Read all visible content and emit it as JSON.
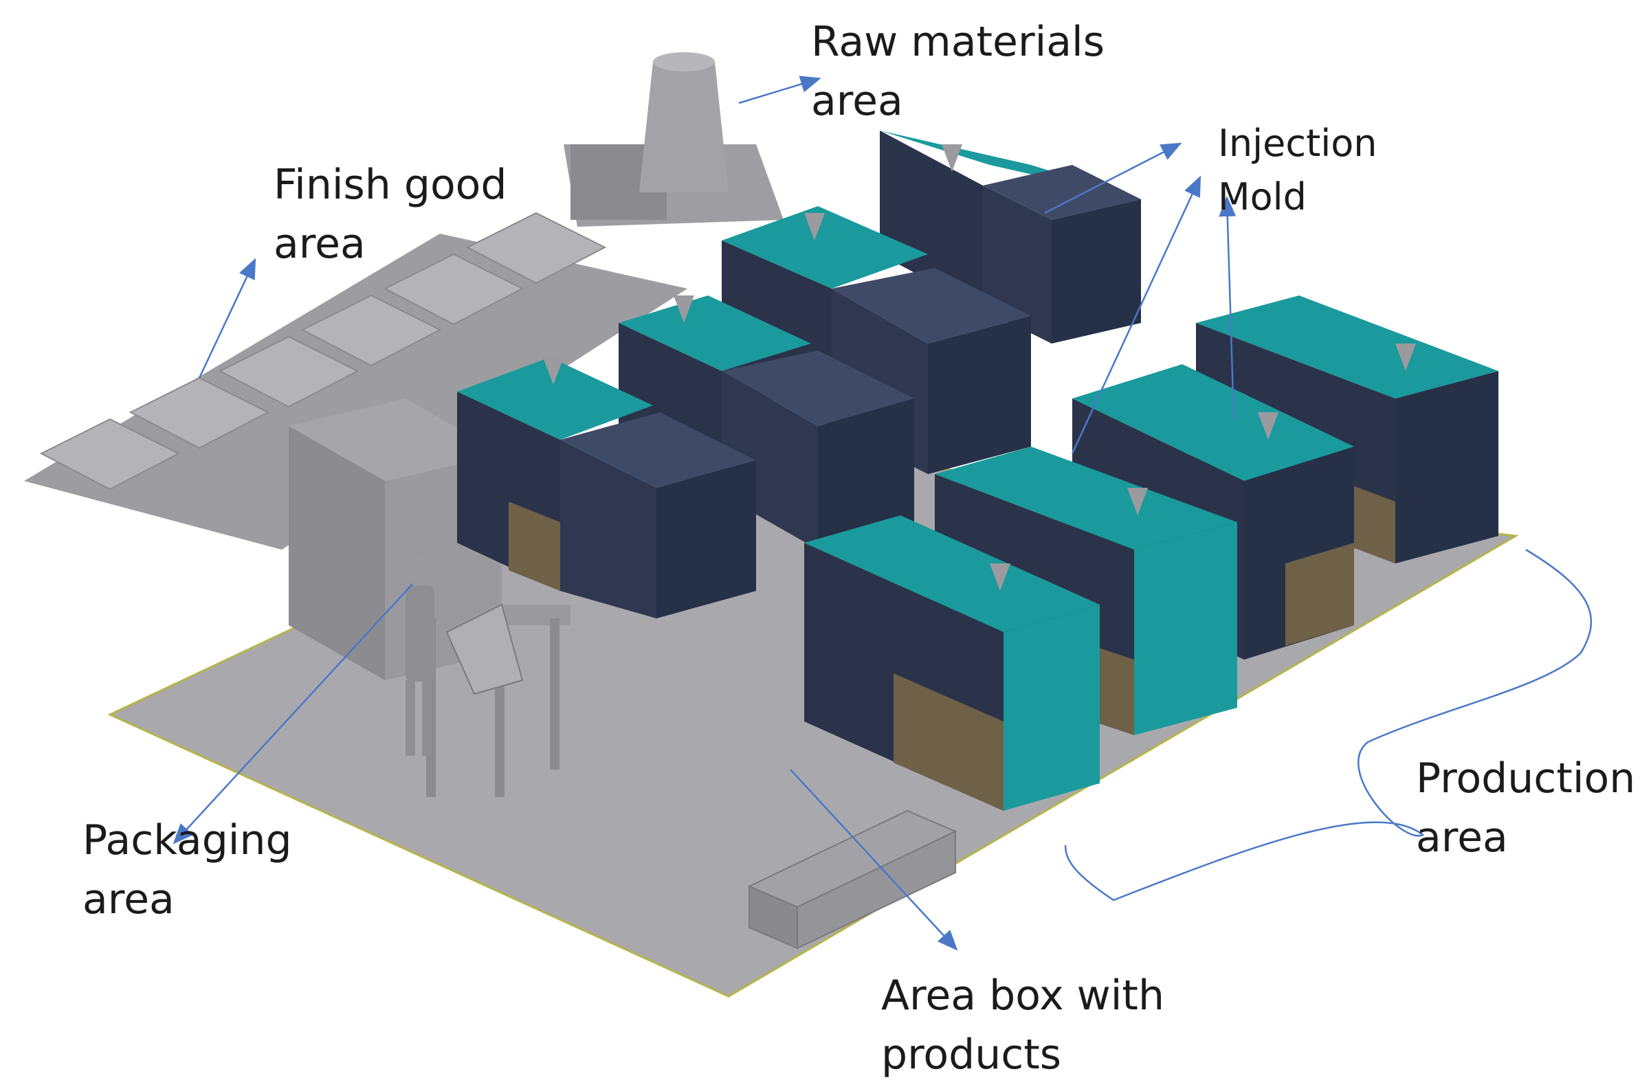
{
  "labels": {
    "raw_materials": [
      "Raw materials",
      "area"
    ],
    "injection_mold": [
      "Injection",
      "Mold"
    ],
    "finish_good": [
      "Finish good",
      "area"
    ],
    "packaging": [
      "Packaging",
      "area"
    ],
    "production": [
      "Production",
      "area"
    ],
    "area_box": [
      "Area box with",
      "products"
    ]
  },
  "colors": {
    "floor": "#a9a9ad",
    "floor_edge": "#b7b34a",
    "machine_dark": "#2f3850",
    "machine_teal": "#1a9a9d",
    "machine_brown": "#6f6048",
    "equipment_gray": "#8e8e92",
    "arrow": "#4a78c7"
  }
}
